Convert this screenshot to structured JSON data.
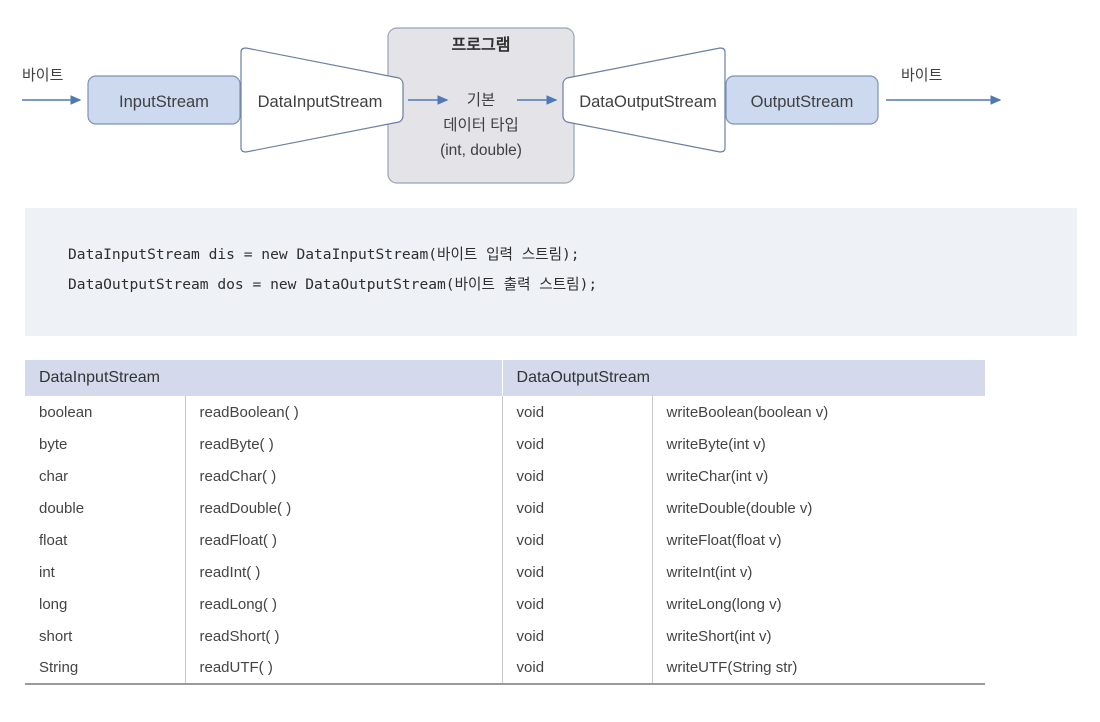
{
  "diagram": {
    "input_byte_label": "바이트",
    "output_byte_label": "바이트",
    "input_stream_label": "InputStream",
    "data_input_stream_label": "DataInputStream",
    "program_title": "프로그램",
    "center_line1": "기본",
    "center_line2": "데이터 타입",
    "center_line3": "(int, double)",
    "data_output_stream_label": "DataOutputStream",
    "output_stream_label": "OutputStream",
    "colors": {
      "stream_box_fill": "#ccd9ef",
      "stream_box_stroke": "#7d93b8",
      "funnel_fill": "#ffffff",
      "funnel_stroke": "#6b7fa3",
      "program_fill": "#e3e3e8",
      "program_stroke": "#9aa3b5",
      "arrow": "#4f79b5"
    }
  },
  "code": {
    "line1": "DataInputStream dis = new DataInputStream(바이트 입력 스트림);",
    "line2": "DataOutputStream dos = new DataOutputStream(바이트 출력 스트림);",
    "background": "#eef1f6"
  },
  "table": {
    "header_background": "#d4daec",
    "headers": [
      "DataInputStream",
      "DataOutputStream"
    ],
    "rows": [
      {
        "in_type": "boolean",
        "in_method": "readBoolean( )",
        "out_type": "void",
        "out_method": "writeBoolean(boolean v)"
      },
      {
        "in_type": "byte",
        "in_method": "readByte( )",
        "out_type": "void",
        "out_method": "writeByte(int v)"
      },
      {
        "in_type": "char",
        "in_method": "readChar( )",
        "out_type": "void",
        "out_method": "writeChar(int v)"
      },
      {
        "in_type": "double",
        "in_method": "readDouble( )",
        "out_type": "void",
        "out_method": "writeDouble(double v)"
      },
      {
        "in_type": "float",
        "in_method": "readFloat( )",
        "out_type": "void",
        "out_method": "writeFloat(float v)"
      },
      {
        "in_type": "int",
        "in_method": "readInt( )",
        "out_type": "void",
        "out_method": "writeInt(int v)"
      },
      {
        "in_type": "long",
        "in_method": "readLong( )",
        "out_type": "void",
        "out_method": "writeLong(long v)"
      },
      {
        "in_type": "short",
        "in_method": "readShort( )",
        "out_type": "void",
        "out_method": "writeShort(int v)"
      },
      {
        "in_type": "String",
        "in_method": "readUTF( )",
        "out_type": "void",
        "out_method": "writeUTF(String str)"
      }
    ]
  }
}
